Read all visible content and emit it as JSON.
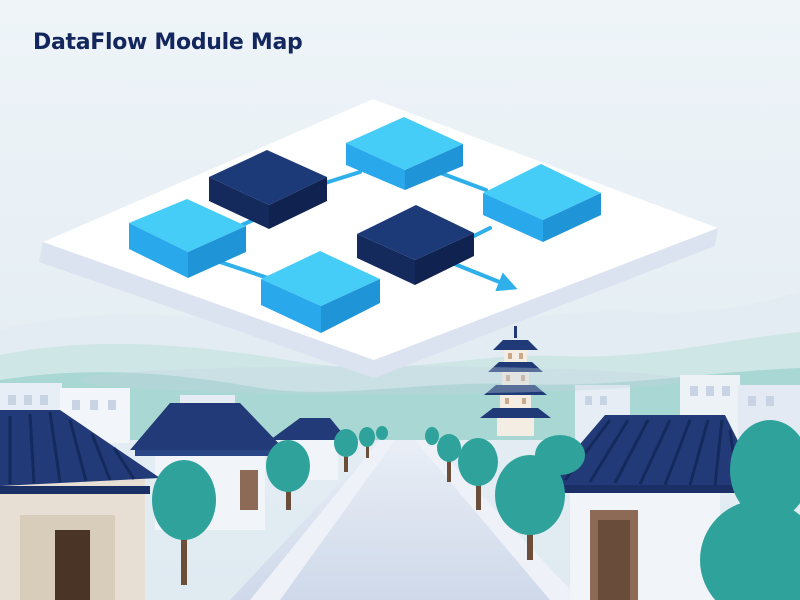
{
  "header": {
    "title": "DataFlow Module Map"
  },
  "colors": {
    "title": "#13275e",
    "sky_top": "#eef4f8",
    "sky_bottom": "#dfeaf1",
    "platform": "#ffffff",
    "platform_edge": "#dbe3f0",
    "module_light_top": "#45cdf8",
    "module_light_front": "#2aa8ec",
    "module_dark_top": "#1d3a78",
    "module_dark_front": "#142a5c",
    "connector": "#2fb0ea",
    "roof": "#223a78",
    "trees": "#2fa39b",
    "street": "#dde4f0"
  },
  "diagram": {
    "modules": [
      {
        "id": "module-1",
        "shade": "dark"
      },
      {
        "id": "module-2",
        "shade": "light"
      },
      {
        "id": "module-3",
        "shade": "light"
      },
      {
        "id": "module-4",
        "shade": "light"
      },
      {
        "id": "module-5",
        "shade": "dark"
      },
      {
        "id": "module-6",
        "shade": "light"
      }
    ],
    "connectors": [
      {
        "from": "module-1",
        "to": "module-2",
        "arrow": false
      },
      {
        "from": "module-2",
        "to": "module-3",
        "arrow": false
      },
      {
        "from": "module-4",
        "to": "module-1",
        "arrow": false
      },
      {
        "from": "module-5",
        "to": "module-3",
        "arrow": false
      },
      {
        "from": "module-4",
        "to": "module-6",
        "arrow": false
      },
      {
        "from": "module-5",
        "to": "exit",
        "arrow": true
      }
    ]
  },
  "background": {
    "icons": [
      "pagoda-icon",
      "hanok-house-icon",
      "tree-icon",
      "city-building-icon",
      "street-icon",
      "hill-icon"
    ]
  }
}
